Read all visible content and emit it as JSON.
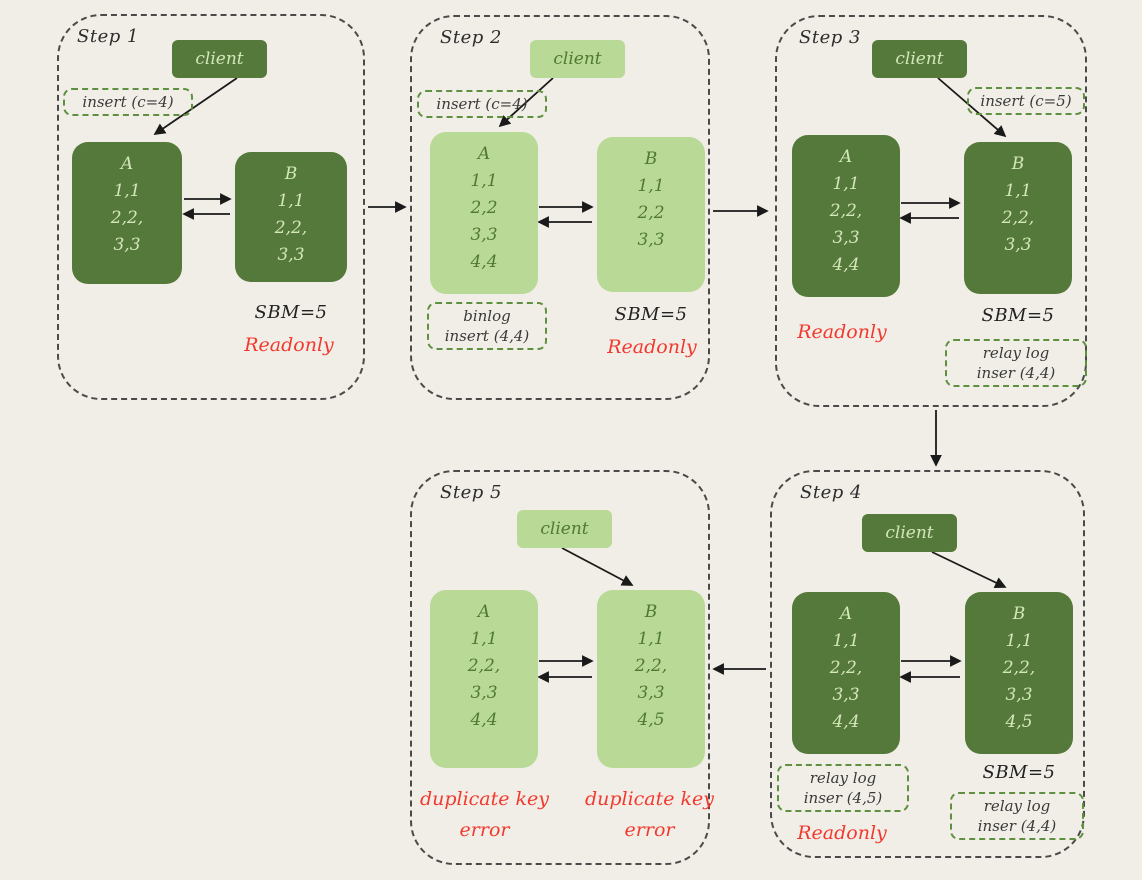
{
  "colors": {
    "bg": "#f1eee7",
    "dark_green": "#55793b",
    "light_green": "#b9d996",
    "light_text": "#d3e7ba",
    "dark_text": "#4f7a30",
    "note_border": "#5e9040",
    "red": "#f2392e",
    "arrow": "#1a1a1a",
    "step_border": "#4a4a4a"
  },
  "steps": {
    "s1": {
      "title": "Step 1",
      "client": "client",
      "insert_note": "insert (c=4)",
      "a": {
        "name": "A",
        "rows": [
          "1,1",
          "2,2,",
          "3,3"
        ]
      },
      "b": {
        "name": "B",
        "rows": [
          "1,1",
          "2,2,",
          "3,3"
        ]
      },
      "sbm": "SBM=5",
      "readonly": "Readonly"
    },
    "s2": {
      "title": "Step 2",
      "client": "client",
      "insert_note": "insert (c=4)",
      "a": {
        "name": "A",
        "rows": [
          "1,1",
          "2,2",
          "3,3",
          "4,4"
        ]
      },
      "b": {
        "name": "B",
        "rows": [
          "1,1",
          "2,2",
          "3,3"
        ]
      },
      "binlog_note": {
        "line1": "binlog",
        "line2": "insert (4,4)"
      },
      "sbm": "SBM=5",
      "readonly": "Readonly"
    },
    "s3": {
      "title": "Step 3",
      "client": "client",
      "insert_note": "insert (c=5)",
      "a": {
        "name": "A",
        "rows": [
          "1,1",
          "2,2,",
          "3,3",
          "4,4"
        ]
      },
      "b": {
        "name": "B",
        "rows": [
          "1,1",
          "2,2,",
          "3,3"
        ]
      },
      "readonly": "Readonly",
      "sbm": "SBM=5",
      "relay_note": {
        "line1": "relay log",
        "line2": "inser (4,4)"
      }
    },
    "s4": {
      "title": "Step 4",
      "client": "client",
      "a": {
        "name": "A",
        "rows": [
          "1,1",
          "2,2,",
          "3,3",
          "4,4"
        ]
      },
      "b": {
        "name": "B",
        "rows": [
          "1,1",
          "2,2,",
          "3,3",
          "4,5"
        ]
      },
      "relay_note_a": {
        "line1": "relay log",
        "line2": "inser (4,5)"
      },
      "readonly": "Readonly",
      "sbm": "SBM=5",
      "relay_note_b": {
        "line1": "relay log",
        "line2": "inser (4,4)"
      }
    },
    "s5": {
      "title": "Step 5",
      "client": "client",
      "a": {
        "name": "A",
        "rows": [
          "1,1",
          "2,2,",
          "3,3",
          "4,4"
        ]
      },
      "b": {
        "name": "B",
        "rows": [
          "1,1",
          "2,2,",
          "3,3",
          "4,5"
        ]
      },
      "error_a": "duplicate key error",
      "error_b": "duplicate key error"
    }
  }
}
